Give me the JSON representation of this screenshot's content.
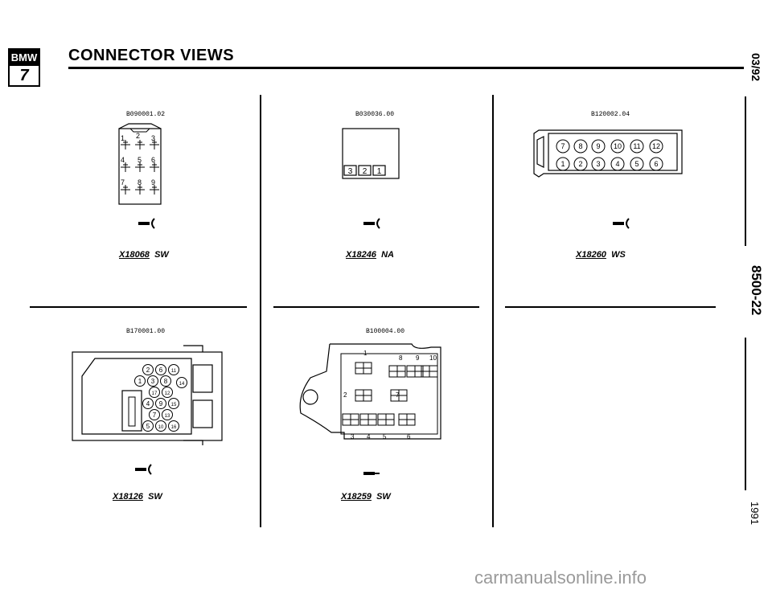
{
  "header": {
    "logo_top": "BMW",
    "logo_bottom": "7",
    "title": "CONNECTOR VIEWS"
  },
  "side": {
    "date": "03/92",
    "page": "8500-22",
    "year": "1991"
  },
  "connectors": [
    {
      "code": "B090001.02",
      "id": "X18068",
      "color": "SW",
      "pins": [
        "1",
        "2",
        "3",
        "4",
        "5",
        "6",
        "7",
        "8",
        "9"
      ]
    },
    {
      "code": "B030036.00",
      "id": "X18246",
      "color": "NA",
      "pins": [
        "3",
        "2",
        "1"
      ]
    },
    {
      "code": "B120002.04",
      "id": "X18260",
      "color": "WS",
      "pins": [
        "7",
        "8",
        "9",
        "10",
        "11",
        "12",
        "1",
        "2",
        "3",
        "4",
        "5",
        "6"
      ]
    },
    {
      "code": "B170001.00",
      "id": "X18126",
      "color": "SW",
      "pins": [
        "2",
        "6",
        "11",
        "1",
        "3",
        "8",
        "14",
        "17",
        "12",
        "4",
        "9",
        "15",
        "7",
        "13",
        "5",
        "10",
        "16"
      ]
    },
    {
      "code": "B100004.00",
      "id": "X18259",
      "color": "SW",
      "pins": [
        "1",
        "8",
        "9",
        "10",
        "2",
        "7",
        "3",
        "4",
        "5",
        "6"
      ]
    }
  ],
  "footer": {
    "watermark": "carmanualsonline.info"
  }
}
